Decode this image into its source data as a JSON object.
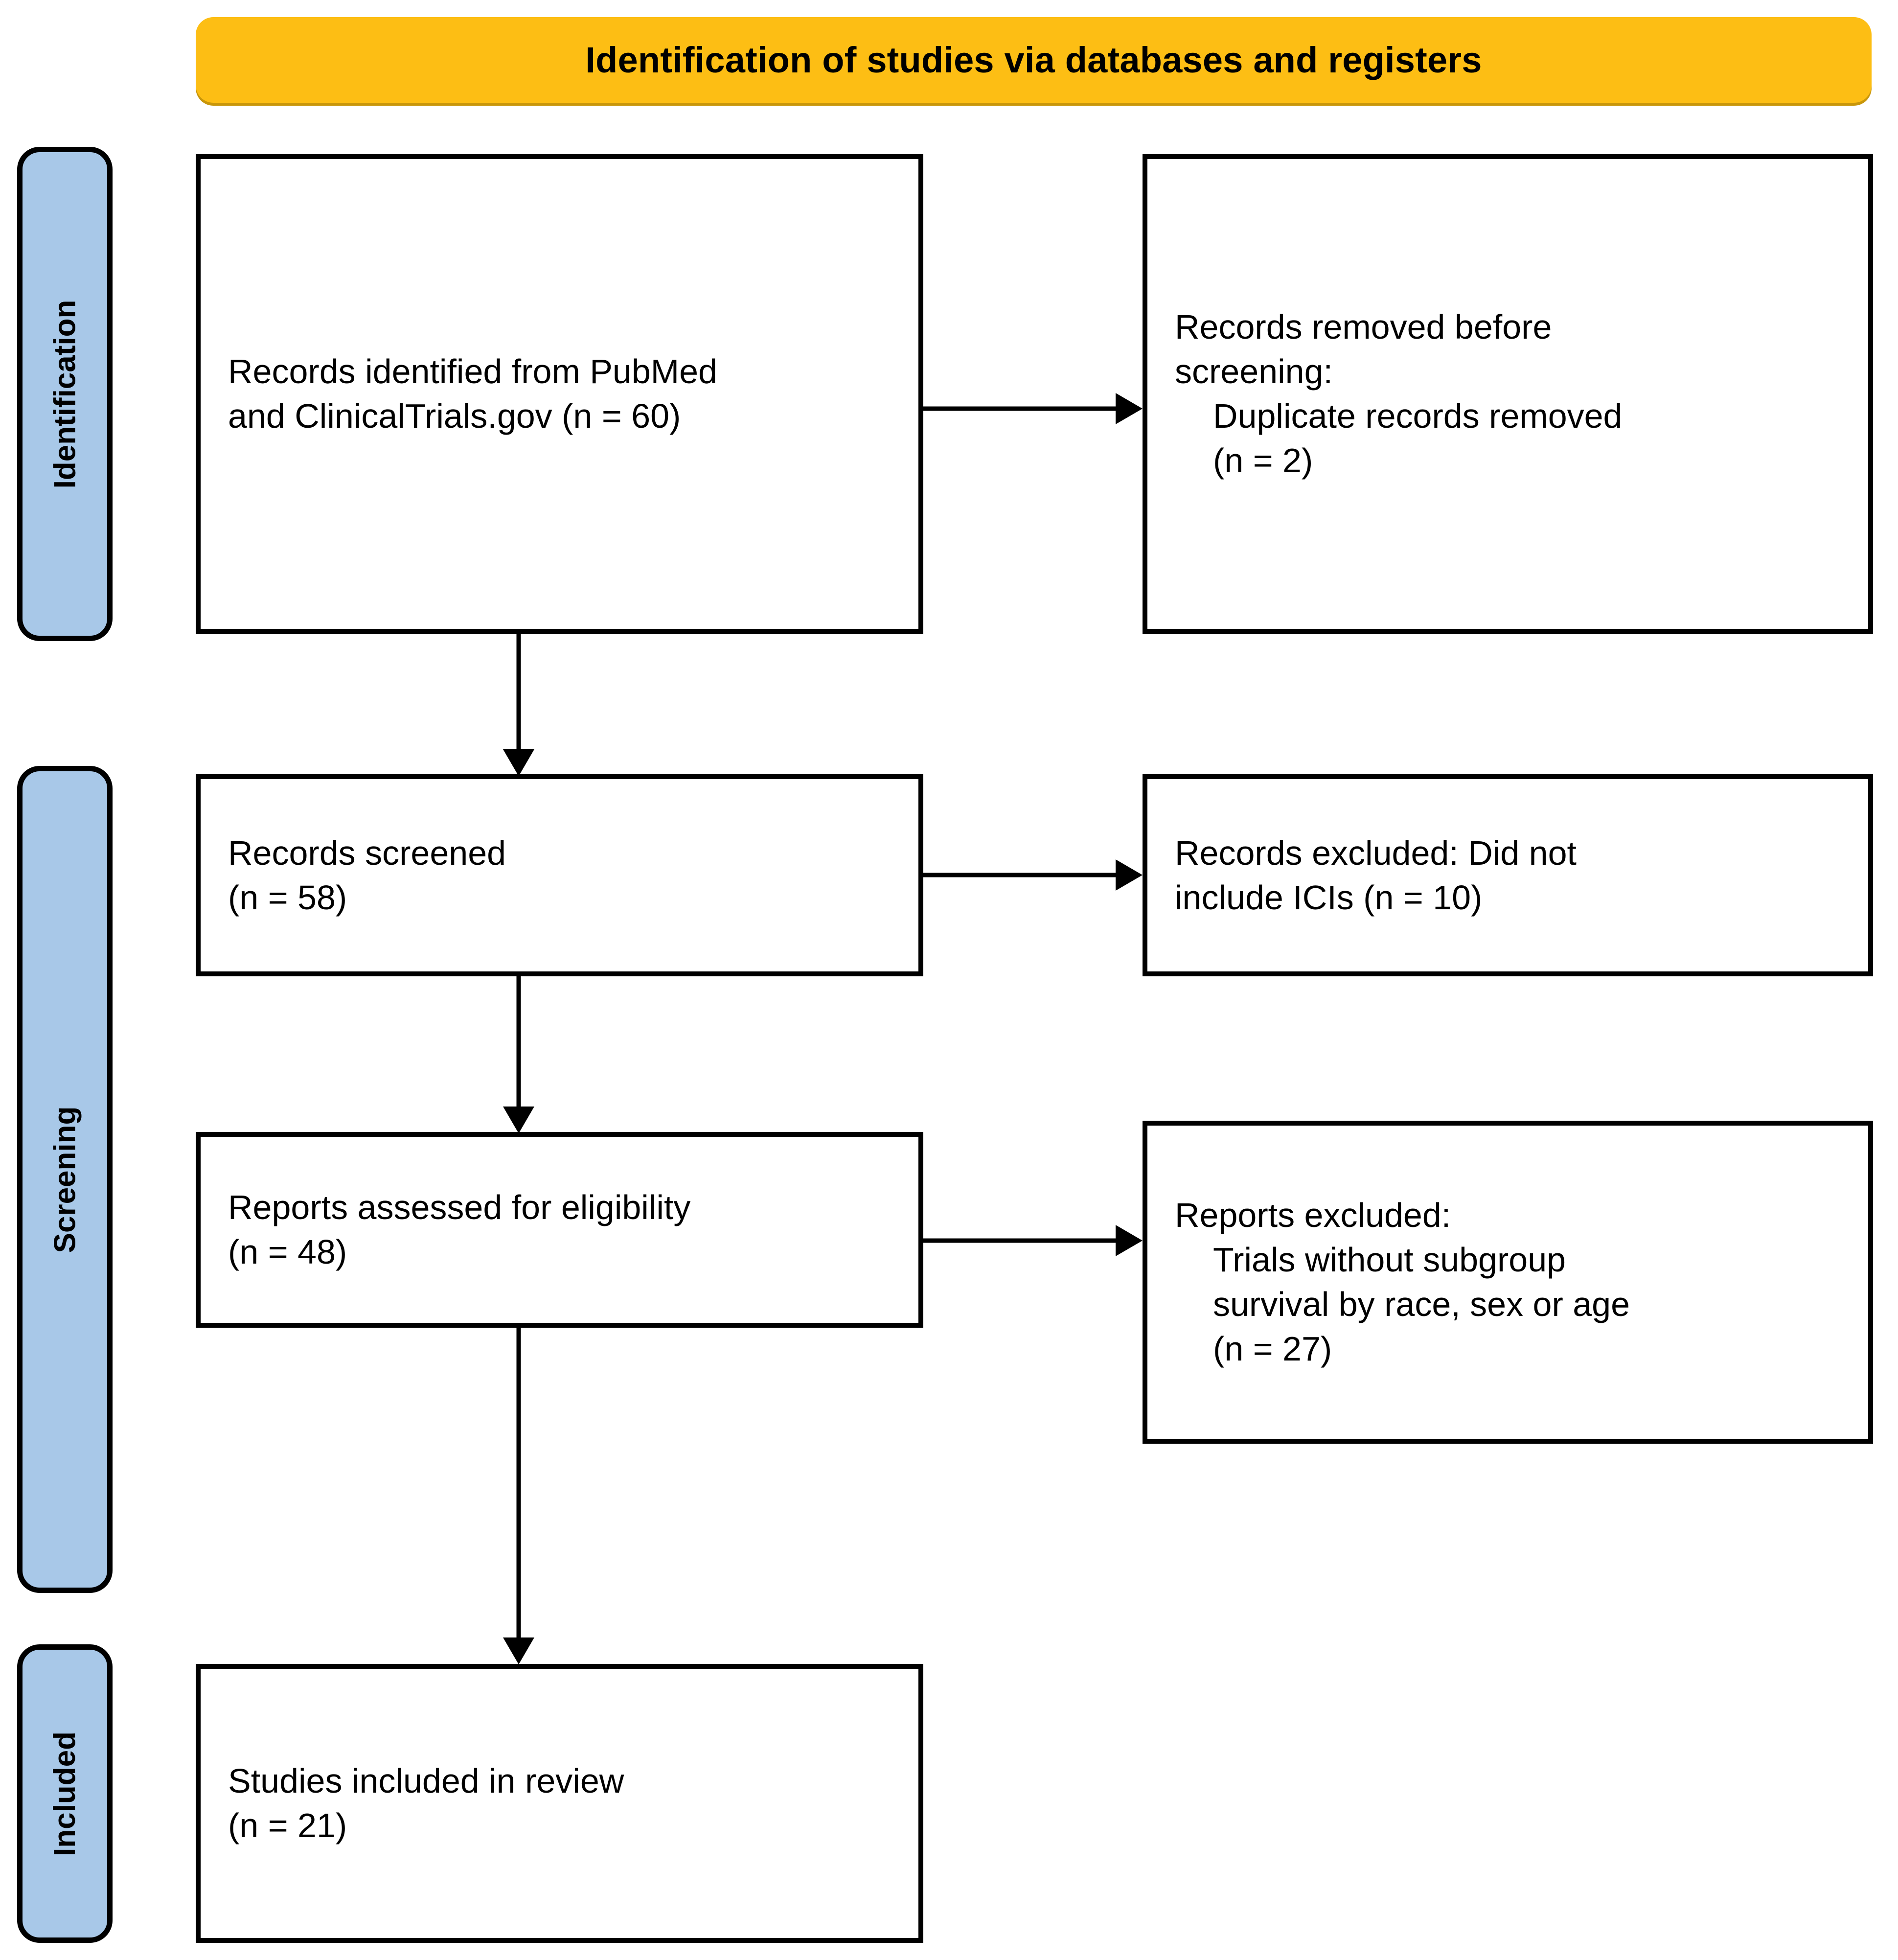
{
  "banner": {
    "title": "Identification of studies via databases and registers",
    "color": "#FDBE14"
  },
  "stage_labels": {
    "color": "#A8C8E8",
    "identification": "Identification",
    "screening": "Screening",
    "included": "Included"
  },
  "flow": {
    "identified": {
      "line1": "Records identified from PubMed",
      "line2": "and ClinicalTrials.gov (n = 60)"
    },
    "removed": {
      "line1": "Records removed before",
      "line2": "screening:",
      "line3": "Duplicate records removed",
      "line4": "(n = 2)"
    },
    "screened": {
      "line1": "Records screened",
      "line2": "(n = 58)"
    },
    "excluded_records": {
      "line1": "Records excluded: Did not",
      "line2": "include ICIs (n = 10)"
    },
    "eligibility": {
      "line1": "Reports assessed for eligibility",
      "line2": "(n = 48)"
    },
    "excluded_reports": {
      "line1": "Reports excluded:",
      "line2": "Trials without subgroup",
      "line3": "survival by race, sex or age",
      "line4": "(n = 27)"
    },
    "included": {
      "line1": "Studies included in review",
      "line2": "(n = 21)"
    }
  },
  "chart_data": {
    "type": "diagram",
    "title": "Identification of studies via databases and registers",
    "stages": [
      "Identification",
      "Screening",
      "Included"
    ],
    "nodes": [
      {
        "id": "identified",
        "stage": "Identification",
        "label": "Records identified from PubMed and ClinicalTrials.gov",
        "n": 60
      },
      {
        "id": "removed",
        "stage": "Identification",
        "label": "Records removed before screening: Duplicate records removed",
        "n": 2
      },
      {
        "id": "screened",
        "stage": "Screening",
        "label": "Records screened",
        "n": 58
      },
      {
        "id": "excluded_records",
        "stage": "Screening",
        "label": "Records excluded: Did not include ICIs",
        "n": 10
      },
      {
        "id": "eligibility",
        "stage": "Screening",
        "label": "Reports assessed for eligibility",
        "n": 48
      },
      {
        "id": "excluded_reports",
        "stage": "Screening",
        "label": "Reports excluded: Trials without subgroup survival by race, sex or age",
        "n": 27
      },
      {
        "id": "included",
        "stage": "Included",
        "label": "Studies included in review",
        "n": 21
      }
    ],
    "edges": [
      {
        "from": "identified",
        "to": "removed",
        "direction": "right"
      },
      {
        "from": "identified",
        "to": "screened",
        "direction": "down"
      },
      {
        "from": "screened",
        "to": "excluded_records",
        "direction": "right"
      },
      {
        "from": "screened",
        "to": "eligibility",
        "direction": "down"
      },
      {
        "from": "eligibility",
        "to": "excluded_reports",
        "direction": "right"
      },
      {
        "from": "eligibility",
        "to": "included",
        "direction": "down"
      }
    ]
  }
}
